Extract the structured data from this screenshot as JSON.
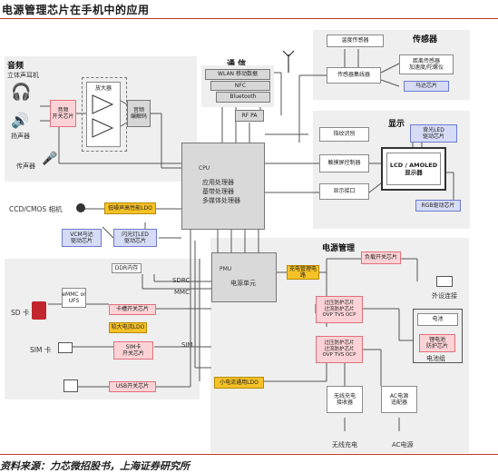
{
  "title": "电源管理芯片在手机中的应用",
  "source": "资料来源：力芯微招股书，上海证券研究所",
  "audio": {
    "heading": "音频",
    "stereo_earphone": "立体声耳机",
    "speaker": "扬声器",
    "mic": "传声器",
    "audio_switch": "音频\n开关芯片",
    "amplifier": "放大器",
    "codec": "音频\n编解码"
  },
  "comm": {
    "heading": "通 信",
    "wlan": "WLAN 移动数据",
    "nfc": "NFC",
    "bluetooth": "Bluetooth",
    "rfpa": "RF PA"
  },
  "sensor": {
    "heading": "传感器",
    "temp": "温度传感器",
    "hub": "传感器集线器",
    "distance": "距离传感器\n加速度/陀螺仪",
    "motor": "马达芯片"
  },
  "display": {
    "heading": "显示",
    "fingerprint": "指纹识别",
    "touch": "触摸屏控制器",
    "disp_if": "显示接口",
    "lcd": "LCD / AMOLED\n显示器",
    "backlight": "背光LED\n驱动芯片",
    "rgb": "RGB驱动芯片"
  },
  "camera": {
    "label": "CCD/CMOS 相机",
    "ldo": "低噪声高性能LDO",
    "vcm": "VCM马达\n驱动芯片",
    "flash": "闪光灯LED\n驱动芯片"
  },
  "cpu": {
    "name": "CPU",
    "line1": "应用处理器",
    "line2": "基带处理器",
    "line3": "多媒体处理器"
  },
  "storage": {
    "ddr": "DDR内存",
    "emmc": "eMMC or\nUFS",
    "sd": "SD 卡",
    "sdrc": "SDRC",
    "mmc": "MMC",
    "sd_switch": "卡槽开关芯片",
    "big_ldo": "较大电流LDO",
    "sim": "SIM 卡",
    "sim_switch": "SIM卡\n开关芯片",
    "sim_bus": "SIM",
    "usb_switch": "USB开关芯片"
  },
  "power": {
    "heading": "电源管理",
    "pmu": "PMU",
    "pmu_cn": "电源单元",
    "charger": "充电管理电路",
    "load_switch": "负载开关芯片",
    "ext": "外设连接",
    "ovp1": "过压防护芯片\n过流防护芯片\nOVP TVS OCP",
    "ovp2": "过压防护芯片\n过流防护芯片\nOVP TVS OCP",
    "battery": "电池",
    "bat_protect": "锂电池\n防护芯片",
    "battery_pack": "电池组",
    "small_ldo": "小电流通用LDO",
    "wireless_rx": "无线充电\n接收器",
    "ac_adapter": "AC电源\n适配器",
    "wireless_label": "无线充电",
    "ac_label": "AC电源"
  }
}
